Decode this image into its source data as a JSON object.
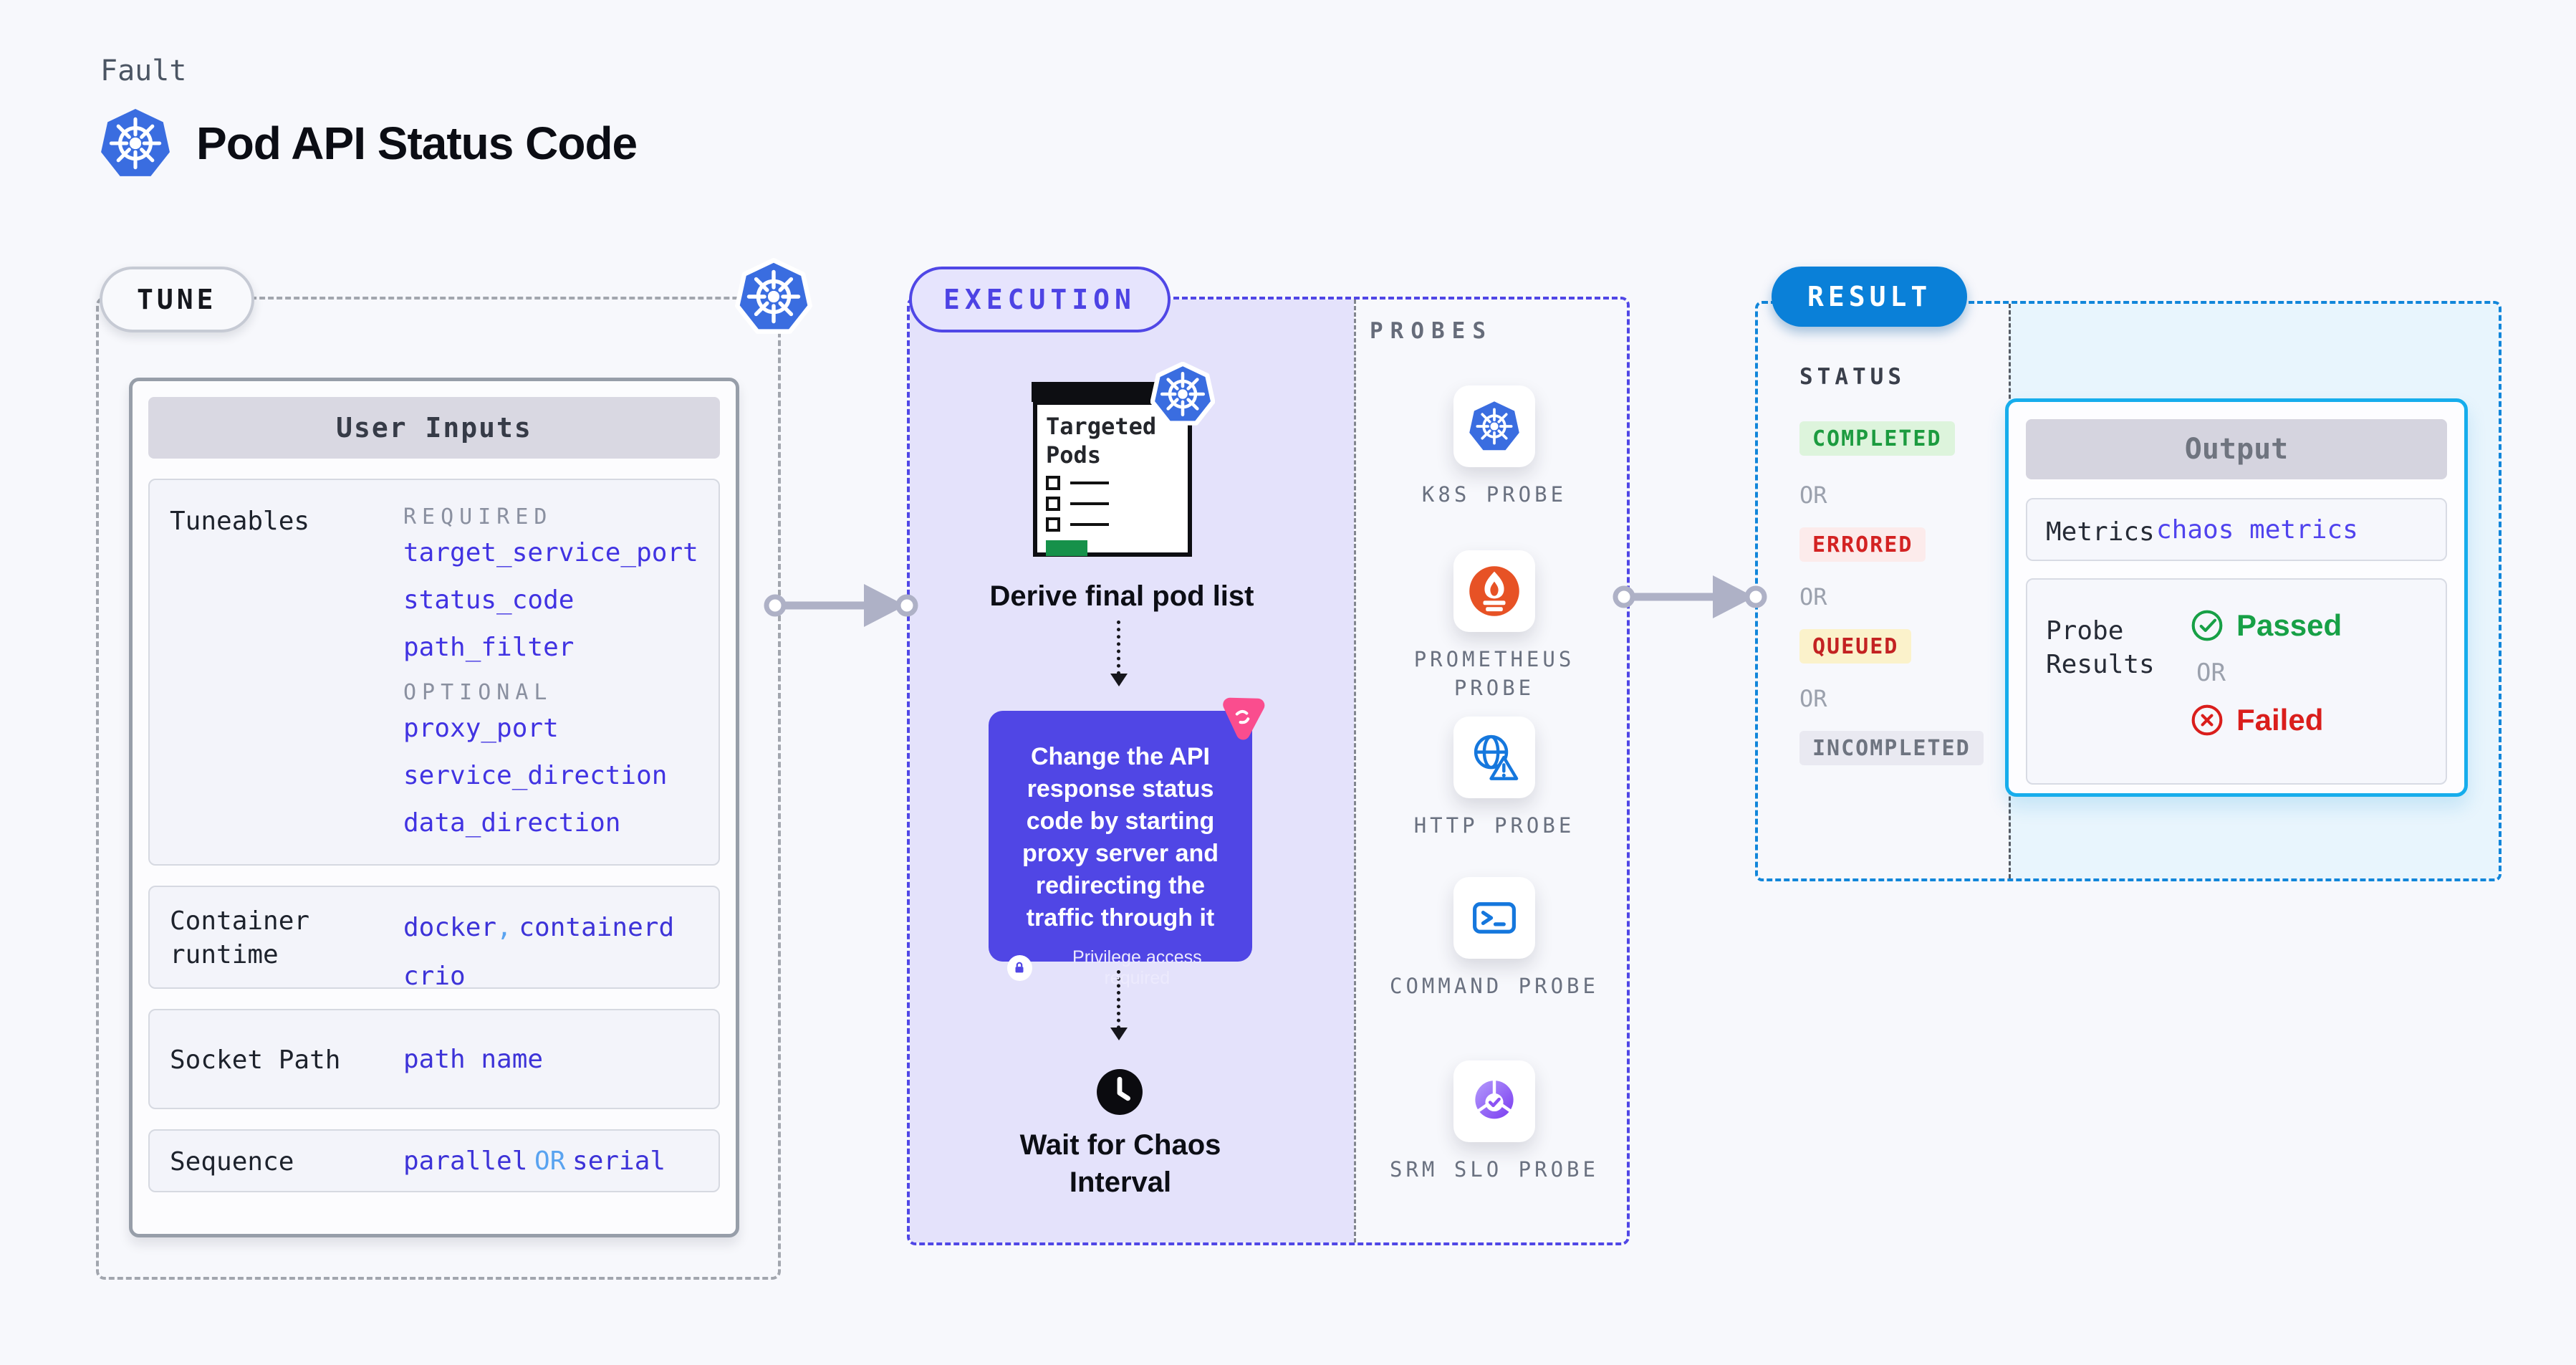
{
  "header": {
    "kicker": "Fault",
    "title": "Pod API Status Code"
  },
  "tune": {
    "badge": "TUNE",
    "panel_title": "User Inputs",
    "tuneables": {
      "label": "Tuneables",
      "required_label": "REQUIRED",
      "required": [
        "target_service_port",
        "status_code",
        "path_filter"
      ],
      "optional_label": "OPTIONAL",
      "optional": [
        "proxy_port",
        "service_direction",
        "data_direction"
      ]
    },
    "container_runtime": {
      "label": "Container runtime",
      "values": [
        "docker",
        "containerd",
        "crio"
      ],
      "separator": ","
    },
    "socket_path": {
      "label": "Socket Path",
      "value": "path name"
    },
    "sequence": {
      "label": "Sequence",
      "value_a": "parallel",
      "or": "OR",
      "value_b": "serial"
    }
  },
  "execution": {
    "badge": "EXECUTION",
    "window_title": "Targeted Pods",
    "step_derive": "Derive final pod list",
    "action_note": "Change the API response status code by starting proxy server and redirecting the traffic through it",
    "privilege_note": "Privilege access required",
    "step_wait": "Wait for Chaos Interval"
  },
  "probes": {
    "label": "PROBES",
    "items": [
      {
        "label": "K8S PROBE",
        "icon": "kubernetes-icon"
      },
      {
        "label": "PROMETHEUS PROBE",
        "icon": "prometheus-icon"
      },
      {
        "label": "HTTP PROBE",
        "icon": "globe-warning-icon"
      },
      {
        "label": "COMMAND PROBE",
        "icon": "terminal-icon"
      },
      {
        "label": "SRM SLO PROBE",
        "icon": "slo-gauge-icon"
      }
    ]
  },
  "result": {
    "badge": "RESULT",
    "status_label": "STATUS",
    "or_label": "OR",
    "statuses": [
      {
        "label": "COMPLETED",
        "style": "background:#ddf4dc;color:#1c9b3f;top:588px"
      },
      {
        "label": "ERRORED",
        "style": "background:#fcebeb;color:#d32222;top:736px"
      },
      {
        "label": "QUEUED",
        "style": "background:#fbf2cb;color:#c32222;top:878px"
      },
      {
        "label": "INCOMPLETED",
        "style": "background:#e9e9f1;color:#6e7480;top:1020px"
      }
    ],
    "output": {
      "title": "Output",
      "metrics_label": "Metrics",
      "metrics_value": "chaos metrics",
      "probe_results_label": "Probe Results",
      "passed": "Passed",
      "or_label": "OR",
      "failed": "Failed"
    }
  },
  "colors": {
    "accent_indigo": "#5046e5",
    "accent_blue": "#0a80d8",
    "accent_cyan": "#16adec",
    "k8s_blue": "#3a6de0",
    "prometheus_orange": "#e75225",
    "passed_green": "#17a046",
    "failed_red": "#da1e1c",
    "param_blue": "#4133e2",
    "or_light_blue": "#59a3f0",
    "chaos_pink": "#fa4d8e"
  }
}
